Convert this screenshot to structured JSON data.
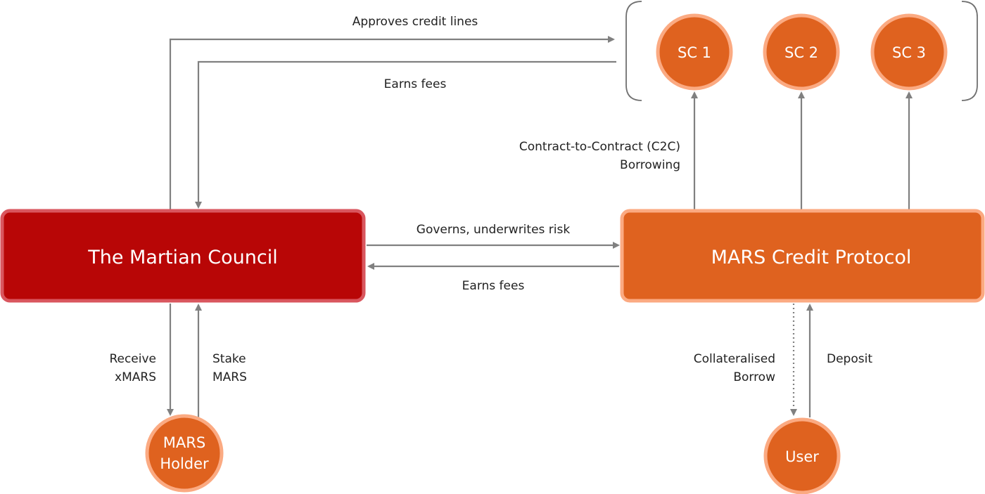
{
  "colors": {
    "council_fill": "#b80606",
    "council_border": "#d9565e",
    "orange_fill": "#df621f",
    "orange_border": "#fbaa82",
    "arrow": "#808080",
    "label_text": "#222222",
    "node_text": "#ffffff"
  },
  "nodes": {
    "council": "The Martian Council",
    "protocol": "MARS Credit Protocol",
    "sc1": "SC 1",
    "sc2": "SC 2",
    "sc3": "SC 3",
    "holder_line1": "MARS",
    "holder_line2": "Holder",
    "user": "User"
  },
  "edges": {
    "approves_credit_lines": "Approves credit lines",
    "earns_fees_top": "Earns fees",
    "governs": "Governs, underwrites risk",
    "earns_fees_middle": "Earns fees",
    "c2c_line1": "Contract-to-Contract (C2C)",
    "c2c_line2": "Borrowing",
    "receive_line1": "Receive",
    "receive_line2": "xMARS",
    "stake_line1": "Stake",
    "stake_line2": "MARS",
    "collateralised_line1": "Collateralised",
    "collateralised_line2": "Borrow",
    "deposit": "Deposit"
  }
}
